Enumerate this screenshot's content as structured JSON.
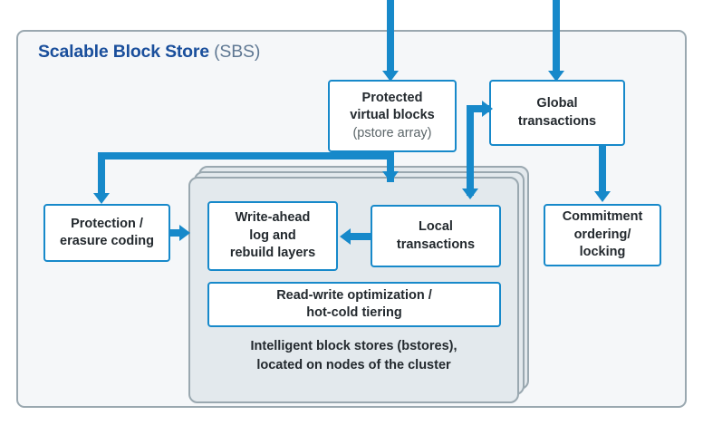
{
  "diagram": {
    "title_strong": "Scalable Block Store",
    "title_light": "(SBS)",
    "accent_color": "#1789ca",
    "title_color": "#1a4f9c",
    "title_light_color": "#5f7893",
    "container_border_color": "#9aa8b0",
    "container_fill_color": "#f5f7f9",
    "panel_fill_color": "#e3e9ed",
    "text_color": "#23292e"
  },
  "boxes": {
    "pstore": {
      "line1": "Protected",
      "line2": "virtual blocks",
      "line3": "(pstore array)"
    },
    "global_transactions": {
      "line1": "Global",
      "line2": "transactions"
    },
    "protection": {
      "line1": "Protection /",
      "line2": "erasure coding"
    },
    "commitment": {
      "line1": "Commitment",
      "line2": "ordering/",
      "line3": "locking"
    },
    "write_ahead_log": {
      "line1": "Write-ahead",
      "line2": "log and",
      "line3": "rebuild layers"
    },
    "local_transactions": {
      "line1": "Local",
      "line2": "transactions"
    },
    "read_write_optimization": {
      "line1": "Read-write optimization /",
      "line2": "hot-cold tiering"
    }
  },
  "bstore_panel": {
    "caption_line1": "Intelligent block stores (bstores),",
    "caption_line2": "located on nodes of the cluster",
    "sheet_count": 3
  },
  "connectors": [
    {
      "name": "external-into-pstore",
      "from": "external-top",
      "to": "pstore",
      "direction": "down"
    },
    {
      "name": "external-into-global-transactions",
      "from": "external-top",
      "to": "global_transactions",
      "direction": "down"
    },
    {
      "name": "pstore-to-bstore-panel",
      "from": "pstore",
      "to": "bstore_panel",
      "direction": "down"
    },
    {
      "name": "pstore-to-protection",
      "from": "pstore",
      "to": "protection",
      "direction": "down"
    },
    {
      "name": "branch-to-global-transactions",
      "from": "local_transactions-riser",
      "to": "global_transactions",
      "direction": "right"
    },
    {
      "name": "branch-to-local-transactions",
      "from": "local_transactions-riser",
      "to": "local_transactions",
      "direction": "down"
    },
    {
      "name": "protection-to-bstore-panel",
      "from": "protection",
      "to": "bstore_panel",
      "direction": "right"
    },
    {
      "name": "local-transactions-to-write-ahead-log",
      "from": "local_transactions",
      "to": "write_ahead_log",
      "direction": "left"
    },
    {
      "name": "global-transactions-to-commitment",
      "from": "global_transactions",
      "to": "commitment",
      "direction": "down"
    }
  ]
}
